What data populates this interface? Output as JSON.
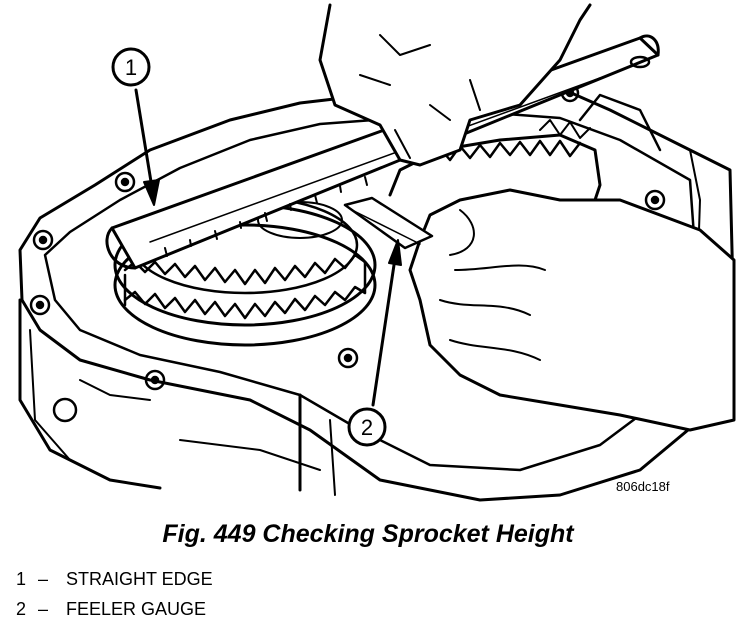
{
  "figure": {
    "caption": "Fig. 449 Checking Sprocket Height",
    "reference_code": "806dc18f",
    "callouts": [
      {
        "number": "1",
        "label": "STRAIGHT EDGE"
      },
      {
        "number": "2",
        "label": "FEELER GAUGE"
      }
    ],
    "separator": "–"
  }
}
